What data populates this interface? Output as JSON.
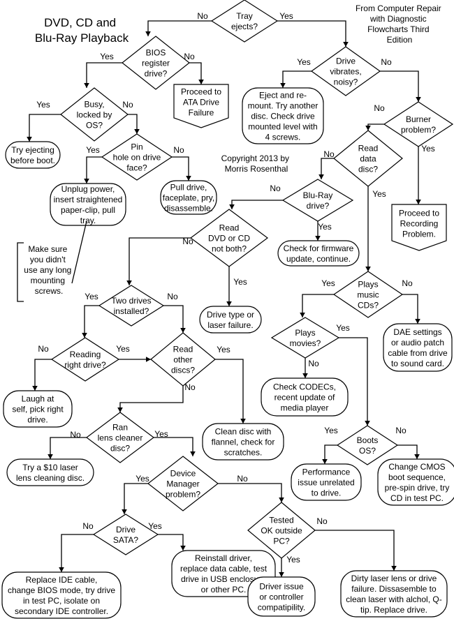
{
  "title": [
    "DVD, CD and",
    "Blu-Ray Playback"
  ],
  "source_note": [
    "From Computer Repair",
    "with Diagnostic",
    "Flowcharts Third",
    "Edition"
  ],
  "copyright": [
    "Copyright 2013 by",
    "Morris Rosenthal"
  ],
  "callout": [
    "Make sure",
    "you didn't",
    "use any long",
    "mounting",
    "screws."
  ],
  "nodes": [
    {
      "id": "tray_ejects",
      "kind": "decision",
      "lines": [
        "Tray",
        "ejects?"
      ]
    },
    {
      "id": "bios_register",
      "kind": "decision",
      "lines": [
        "BIOS",
        "register",
        "drive?"
      ]
    },
    {
      "id": "drive_vibrates",
      "kind": "decision",
      "lines": [
        "Drive",
        "vibrates,",
        "noisy?"
      ]
    },
    {
      "id": "busy_locked",
      "kind": "decision",
      "lines": [
        "Busy,",
        "locked by",
        "OS?"
      ]
    },
    {
      "id": "ata_failure",
      "kind": "document",
      "lines": [
        "Proceed to",
        "ATA Drive",
        "Failure"
      ]
    },
    {
      "id": "eject_remount",
      "kind": "terminal",
      "lines": [
        "Eject and re-",
        "mount. Try another",
        "disc. Check drive",
        "mounted level with",
        "4 screws."
      ]
    },
    {
      "id": "burner_problem",
      "kind": "decision",
      "lines": [
        "Burner",
        "problem?"
      ]
    },
    {
      "id": "try_ejecting",
      "kind": "terminal",
      "lines": [
        "Try ejecting",
        "before boot."
      ]
    },
    {
      "id": "pin_hole",
      "kind": "decision",
      "lines": [
        "Pin",
        "hole on drive",
        "face?"
      ]
    },
    {
      "id": "read_data_disc",
      "kind": "decision",
      "lines": [
        "Read",
        "data",
        "disc?"
      ]
    },
    {
      "id": "pull_drive",
      "kind": "terminal",
      "lines": [
        "Pull drive,",
        "faceplate, pry,",
        "disassemble."
      ]
    },
    {
      "id": "unplug_power",
      "kind": "terminal",
      "lines": [
        "Unplug power,",
        "insert straightened",
        "paper-clip, pull",
        "tray."
      ]
    },
    {
      "id": "bluray_drive",
      "kind": "decision",
      "lines": [
        "Blu-Ray",
        "drive?"
      ]
    },
    {
      "id": "recording_problem",
      "kind": "document",
      "lines": [
        "Proceed to",
        "Recording",
        "Problem."
      ]
    },
    {
      "id": "read_dvd_cd",
      "kind": "decision",
      "lines": [
        "Read",
        "DVD or CD",
        "not both?"
      ]
    },
    {
      "id": "firmware_update",
      "kind": "terminal",
      "lines": [
        "Check for firmware",
        "update, continue."
      ]
    },
    {
      "id": "plays_music",
      "kind": "decision",
      "lines": [
        "Plays",
        "music",
        "CDs?"
      ]
    },
    {
      "id": "two_drives",
      "kind": "decision",
      "lines": [
        "Two drives",
        "installed?"
      ]
    },
    {
      "id": "laser_failure",
      "kind": "terminal",
      "lines": [
        "Drive type or",
        "laser failure."
      ]
    },
    {
      "id": "plays_movies",
      "kind": "decision",
      "lines": [
        "Plays",
        "movies?"
      ]
    },
    {
      "id": "dae_settings",
      "kind": "terminal",
      "lines": [
        "DAE settings",
        "or audio patch",
        "cable from drive",
        "to sound card."
      ]
    },
    {
      "id": "reading_right",
      "kind": "decision",
      "lines": [
        "Reading",
        "right drive?"
      ]
    },
    {
      "id": "read_other",
      "kind": "decision",
      "lines": [
        "Read",
        "other",
        "discs?"
      ]
    },
    {
      "id": "check_codecs",
      "kind": "terminal",
      "lines": [
        "Check CODECs,",
        "recent update of",
        "media player"
      ]
    },
    {
      "id": "laugh_at_self",
      "kind": "terminal",
      "lines": [
        "Laugh at",
        "self, pick right",
        "drive."
      ]
    },
    {
      "id": "ran_lens_cleaner",
      "kind": "decision",
      "lines": [
        "Ran",
        "lens cleaner",
        "disc?"
      ]
    },
    {
      "id": "clean_disc",
      "kind": "terminal",
      "lines": [
        "Clean disc with",
        "flannel, check for",
        "scratches."
      ]
    },
    {
      "id": "boots_os",
      "kind": "decision",
      "lines": [
        "Boots",
        "OS?"
      ]
    },
    {
      "id": "laser_cleaning_disc",
      "kind": "terminal",
      "lines": [
        "Try a $10 laser",
        "lens cleaning disc."
      ]
    },
    {
      "id": "device_manager",
      "kind": "decision",
      "lines": [
        "Device",
        "Manager",
        "problem?"
      ]
    },
    {
      "id": "performance_issue",
      "kind": "terminal",
      "lines": [
        "Performance",
        "issue unrelated",
        "to drive."
      ]
    },
    {
      "id": "change_cmos",
      "kind": "terminal",
      "lines": [
        "Change CMOS",
        "boot sequence,",
        "pre-spin drive, try",
        "CD in test PC."
      ]
    },
    {
      "id": "drive_sata",
      "kind": "decision",
      "lines": [
        "Drive",
        "SATA?"
      ]
    },
    {
      "id": "tested_ok",
      "kind": "decision",
      "lines": [
        "Tested",
        "OK outside",
        "PC?"
      ]
    },
    {
      "id": "reinstall_driver",
      "kind": "terminal",
      "lines": [
        "Reinstall driver,",
        "replace data cable, test",
        "drive in USB enclosure",
        "or other PC."
      ]
    },
    {
      "id": "replace_ide",
      "kind": "terminal",
      "lines": [
        "Replace IDE cable,",
        "change BIOS mode, try drive",
        "in test PC, isolate on",
        "secondary IDE controller."
      ]
    },
    {
      "id": "driver_issue",
      "kind": "terminal",
      "lines": [
        "Driver issue",
        "or controller",
        "compatipility."
      ]
    },
    {
      "id": "dirty_laser",
      "kind": "terminal",
      "lines": [
        "Dirty laser lens or drive",
        "failure. Dissasemble to",
        "clean laser with alchol, Q-",
        "tip. Replace drive."
      ]
    }
  ],
  "edges": [
    {
      "from": "tray_ejects",
      "to": "bios_register",
      "label": "No"
    },
    {
      "from": "tray_ejects",
      "to": "drive_vibrates",
      "label": "Yes"
    },
    {
      "from": "bios_register",
      "to": "busy_locked",
      "label": "Yes"
    },
    {
      "from": "bios_register",
      "to": "ata_failure",
      "label": "No"
    },
    {
      "from": "drive_vibrates",
      "to": "eject_remount",
      "label": "Yes"
    },
    {
      "from": "drive_vibrates",
      "to": "burner_problem",
      "label": "No"
    },
    {
      "from": "busy_locked",
      "to": "try_ejecting",
      "label": "Yes"
    },
    {
      "from": "busy_locked",
      "to": "pin_hole",
      "label": "No"
    },
    {
      "from": "burner_problem",
      "to": "read_data_disc",
      "label": "No"
    },
    {
      "from": "burner_problem",
      "to": "recording_problem",
      "label": "Yes"
    },
    {
      "from": "pin_hole",
      "to": "unplug_power",
      "label": "Yes"
    },
    {
      "from": "pin_hole",
      "to": "pull_drive",
      "label": "No"
    },
    {
      "from": "read_data_disc",
      "to": "bluray_drive",
      "label": "No"
    },
    {
      "from": "read_data_disc",
      "to": "plays_music",
      "label": "Yes"
    },
    {
      "from": "bluray_drive",
      "to": "read_dvd_cd",
      "label": "No"
    },
    {
      "from": "bluray_drive",
      "to": "firmware_update",
      "label": "Yes"
    },
    {
      "from": "read_dvd_cd",
      "to": "two_drives",
      "label": "No"
    },
    {
      "from": "read_dvd_cd",
      "to": "laser_failure",
      "label": "Yes"
    },
    {
      "from": "plays_music",
      "to": "plays_movies",
      "label": "Yes"
    },
    {
      "from": "plays_music",
      "to": "dae_settings",
      "label": "No"
    },
    {
      "from": "two_drives",
      "to": "reading_right",
      "label": "Yes"
    },
    {
      "from": "two_drives",
      "to": "read_other",
      "label": "No"
    },
    {
      "from": "plays_movies",
      "to": "boots_os",
      "label": "Yes"
    },
    {
      "from": "plays_movies",
      "to": "check_codecs",
      "label": "No"
    },
    {
      "from": "reading_right",
      "to": "laugh_at_self",
      "label": "No"
    },
    {
      "from": "reading_right",
      "to": "read_other",
      "label": "Yes"
    },
    {
      "from": "read_other",
      "to": "clean_disc",
      "label": "Yes"
    },
    {
      "from": "read_other",
      "to": "ran_lens_cleaner",
      "label": "No"
    },
    {
      "from": "ran_lens_cleaner",
      "to": "laser_cleaning_disc",
      "label": "No"
    },
    {
      "from": "ran_lens_cleaner",
      "to": "device_manager",
      "label": "Yes"
    },
    {
      "from": "boots_os",
      "to": "performance_issue",
      "label": "Yes"
    },
    {
      "from": "boots_os",
      "to": "change_cmos",
      "label": "No"
    },
    {
      "from": "device_manager",
      "to": "drive_sata",
      "label": "Yes"
    },
    {
      "from": "device_manager",
      "to": "tested_ok",
      "label": "No"
    },
    {
      "from": "drive_sata",
      "to": "replace_ide",
      "label": "No"
    },
    {
      "from": "drive_sata",
      "to": "reinstall_driver",
      "label": "Yes"
    },
    {
      "from": "tested_ok",
      "to": "driver_issue",
      "label": "Yes"
    },
    {
      "from": "tested_ok",
      "to": "dirty_laser",
      "label": "No"
    }
  ]
}
